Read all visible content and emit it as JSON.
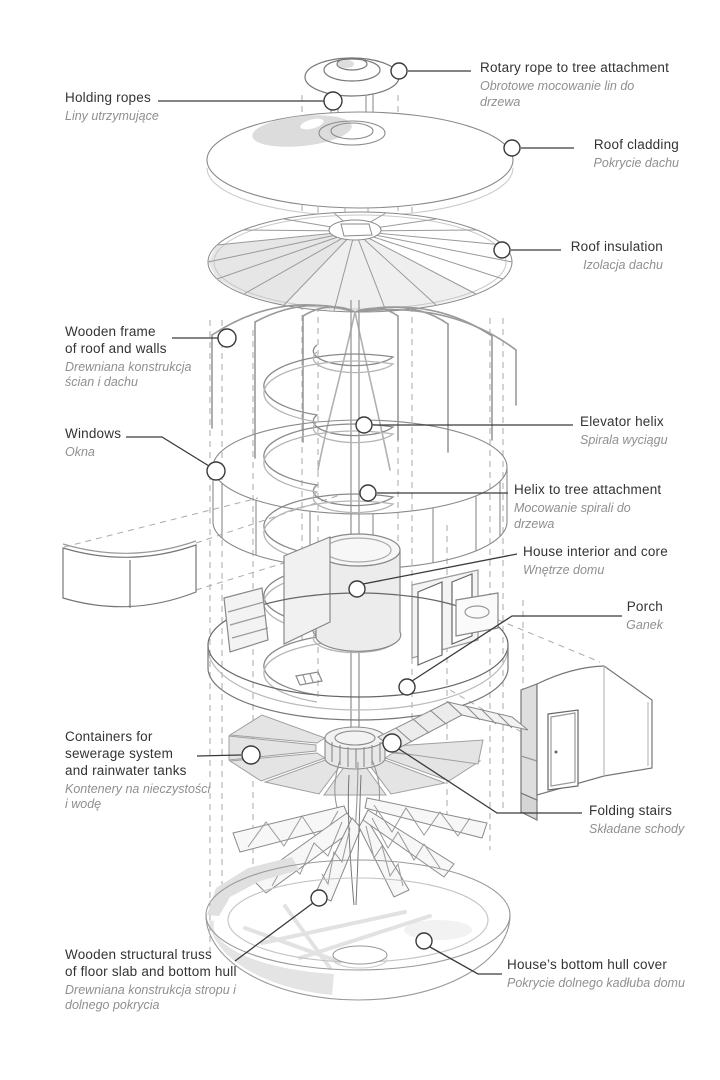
{
  "colors": {
    "background": "#ffffff",
    "ink": "#333333",
    "muted_italic": "#8f8f8f",
    "drawing_line": "#7a7a7a",
    "shading": "#e3e3e3",
    "leader": "#3a3a3a"
  },
  "labels": [
    {
      "name": "holding-ropes",
      "en": "Holding ropes",
      "pl": "Liny utrzymujące"
    },
    {
      "name": "wooden-frame",
      "en": [
        "Wooden frame",
        "of roof and walls"
      ],
      "pl": [
        "Drewniana konstrukcja",
        "ścian i dachu"
      ]
    },
    {
      "name": "windows",
      "en": "Windows",
      "pl": "Okna"
    },
    {
      "name": "containers",
      "en": [
        "Containers for",
        "sewerage system",
        "and rainwater tanks"
      ],
      "pl": [
        "Kontenery na nieczystości",
        "i wodę"
      ]
    },
    {
      "name": "floor-truss",
      "en": [
        "Wooden structural truss",
        "of floor slab and bottom hull"
      ],
      "pl": [
        "Drewniana konstrukcja stropu i",
        "dolnego pokrycia"
      ]
    },
    {
      "name": "rotary-rope",
      "en": "Rotary rope to tree attachment",
      "pl": [
        "Obrotowe mocowanie lin do",
        "drzewa"
      ]
    },
    {
      "name": "roof-cladding",
      "en": "Roof cladding",
      "pl": "Pokrycie dachu"
    },
    {
      "name": "roof-insulation",
      "en": "Roof insulation",
      "pl": "Izolacja dachu"
    },
    {
      "name": "elevator-helix",
      "en": "Elevator helix",
      "pl": "Spirala wyciągu"
    },
    {
      "name": "helix-attachment",
      "en": "Helix to tree attachment",
      "pl": [
        "Mocowanie spirali do",
        "drzewa"
      ]
    },
    {
      "name": "house-interior",
      "en": "House interior and core",
      "pl": "Wnętrze domu"
    },
    {
      "name": "porch",
      "en": "Porch",
      "pl": "Ganek"
    },
    {
      "name": "folding-stairs",
      "en": "Folding stairs",
      "pl": "Składane schody"
    },
    {
      "name": "bottom-hull",
      "en": "House’s bottom hull cover",
      "pl": "Pokrycie dolnego kadłuba domu"
    }
  ]
}
